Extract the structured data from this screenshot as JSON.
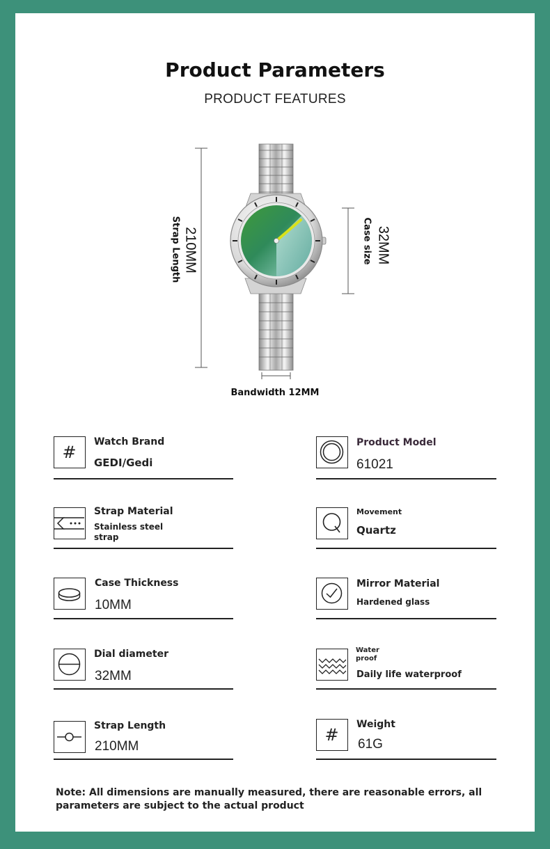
{
  "header": {
    "title": "Product Parameters",
    "subtitle": "PRODUCT FEATURES"
  },
  "diagram": {
    "strap_length_value": "210MM",
    "strap_length_label": "Strap Length",
    "case_size_value": "32MM",
    "case_size_label": "Case size",
    "bandwidth_label": "Bandwidth 12MM"
  },
  "colors": {
    "frame": "#3d917a",
    "dial_green": "#2e8a4e",
    "dial_teal": "#8ccfc4",
    "hand_yellow": "#d8e21a"
  },
  "params": {
    "watch_brand": {
      "label": "Watch Brand",
      "value": "GEDI/Gedi",
      "icon": "hash-icon"
    },
    "product_model": {
      "label": "Product Model",
      "value": "61021",
      "icon": "circle-rings-icon"
    },
    "strap_material": {
      "label": "Strap Material",
      "value": "Stainless steel strap",
      "value_line1": "Stainless steel",
      "value_line2": "strap",
      "icon": "strap-icon"
    },
    "movement": {
      "label": "Movement",
      "value": "Quartz",
      "icon": "movement-q-icon"
    },
    "case_thickness": {
      "label": "Case Thickness",
      "value": "10MM",
      "icon": "case-thickness-icon"
    },
    "mirror_material": {
      "label": "Mirror Material",
      "value": "Hardened glass",
      "icon": "check-circle-icon"
    },
    "dial_diameter": {
      "label": "Dial diameter",
      "value": "32MM",
      "icon": "dial-diameter-icon"
    },
    "water_proof": {
      "label": "Water proof",
      "label_line1": "Water",
      "label_line2": "proof",
      "value": "Daily life waterproof",
      "icon": "waves-icon"
    },
    "strap_length": {
      "label": "Strap Length",
      "value": "210MM",
      "icon": "strap-length-icon"
    },
    "weight": {
      "label": "Weight",
      "value": "61G",
      "icon": "hash-icon"
    }
  },
  "footer": {
    "note_line1": "Note: All dimensions are manually measured, there are reasonable errors, all",
    "note_line2": "parameters are subject to the actual product"
  }
}
